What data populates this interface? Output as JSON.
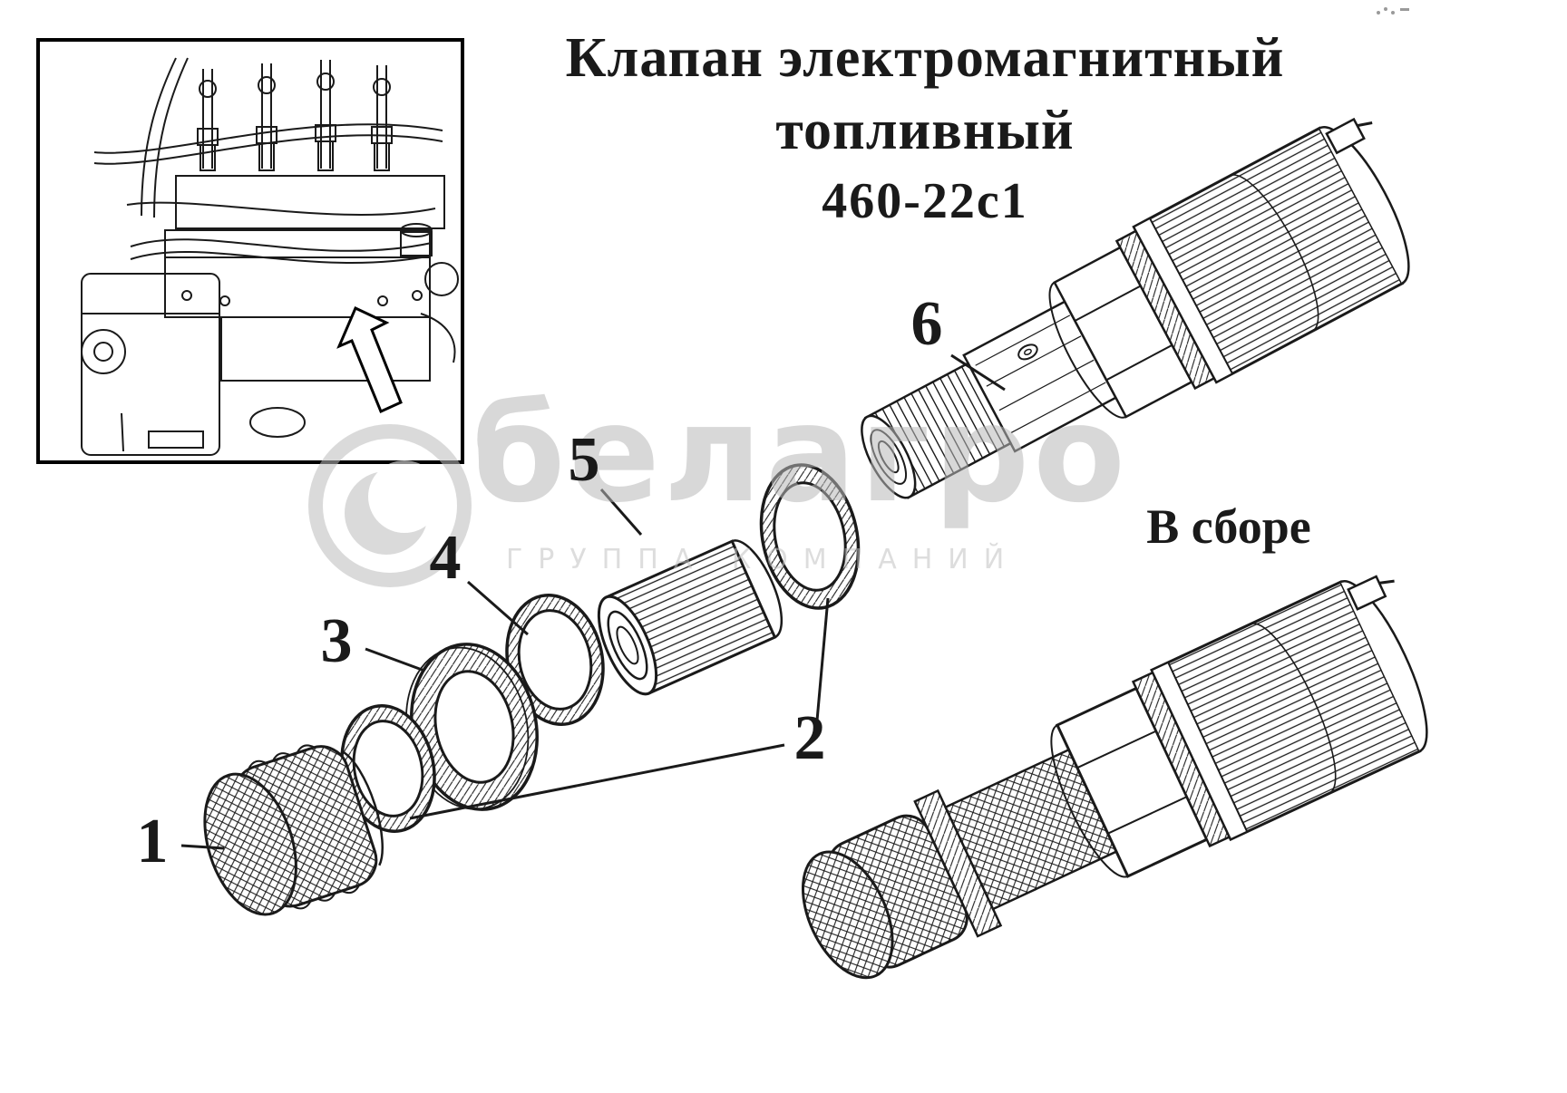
{
  "colors": {
    "ink": "#1a1a1a",
    "watermark": "#c1c1c1",
    "background": "#ffffff"
  },
  "title": {
    "line1": "Клапан электромагнитный",
    "line2": "топливный",
    "model": "460-22с1"
  },
  "caption": {
    "assembled": "В сборе"
  },
  "part_labels": {
    "p1": "1",
    "p2": "2",
    "p3": "3",
    "p4": "4",
    "p5": "5",
    "p6": "6"
  },
  "watermark": {
    "brand": "белагро",
    "tagline": "ГРУППА КОМПАНИЙ"
  }
}
